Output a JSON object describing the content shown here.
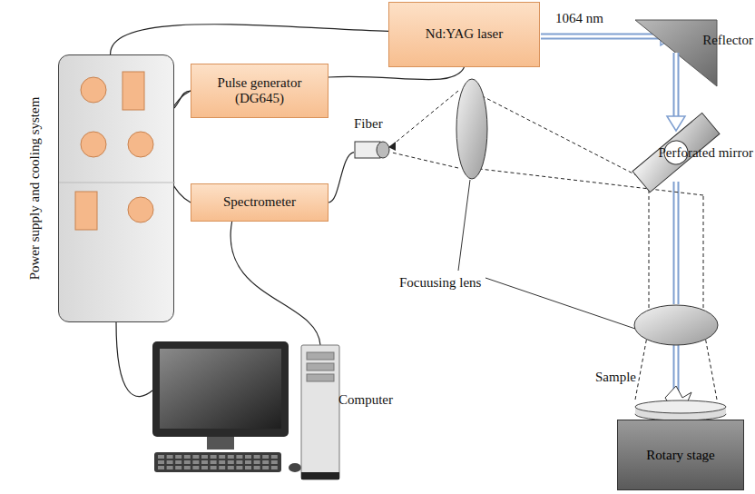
{
  "diagram": {
    "nodes": [
      {
        "text": [
          "Power supply and cooling system"
        ]
      },
      {
        "text": [
          "Nd:YAG laser"
        ]
      },
      {
        "text": [
          "Pulse generator (DG645)"
        ]
      },
      {
        "text": [
          "Spectrometer"
        ]
      },
      {
        "text": [
          "Computer"
        ]
      },
      {
        "text": [
          "Rotary stage"
        ]
      },
      {
        "text": [
          "Fiber"
        ]
      }
    ],
    "edges": [
      {
        "from": 0,
        "to": 1,
        "arrow": "none"
      },
      {
        "from": 2,
        "to": 1,
        "arrow": "none"
      },
      {
        "from": 2,
        "to": 0,
        "arrow": "none"
      },
      {
        "from": 2,
        "to": 3,
        "arrow": "none"
      },
      {
        "from": 3,
        "to": 4,
        "arrow": "none"
      },
      {
        "from": 0,
        "to": 4,
        "arrow": "none"
      },
      {
        "from": 6,
        "to": 3,
        "arrow": "none"
      }
    ],
    "labels": [
      "1064 nm",
      "Reflector",
      "Perforated mirror",
      "Focuusing lens",
      "Sample"
    ]
  }
}
